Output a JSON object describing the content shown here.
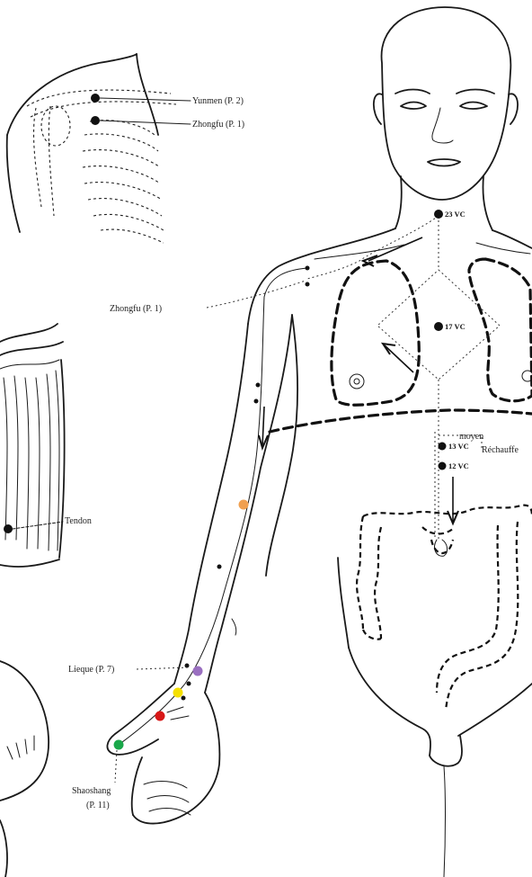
{
  "shoulder_inset": {
    "label_yunmen": "Yunmen (P. 2)",
    "label_zhongfu": "Zhongfu (P. 1)"
  },
  "muscle_inset": {
    "label_tendon": "Tendon"
  },
  "body_points": {
    "label_zhongfu": "Zhongfu (P. 1)",
    "label_lieque": "Lieque (P. 7)",
    "label_shaoshang_1": "Shaoshang",
    "label_shaoshang_2": "(P. 11)",
    "vc_23": "23 VC",
    "vc_17": "17 VC",
    "vc_13": "13 VC",
    "vc_12": "12 VC",
    "text_moyen": "moyen",
    "text_rechauffe": "Réchauffe"
  },
  "point_colors": {
    "orange": "#f0a050",
    "purple": "#9a6fc0",
    "yellow": "#f5e000",
    "red": "#d81818",
    "green": "#1aa84a"
  }
}
